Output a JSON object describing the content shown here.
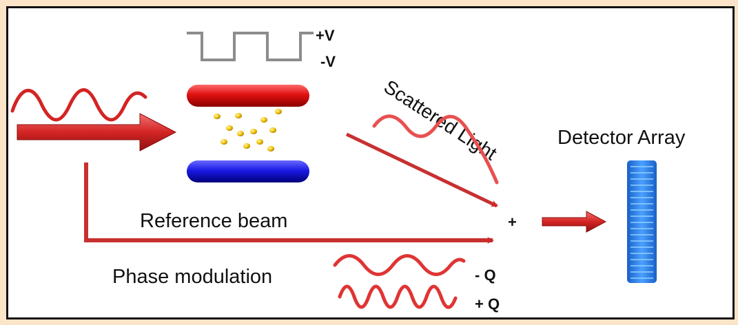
{
  "labels": {
    "voltage_plus": "+V",
    "voltage_minus": "-V",
    "scattered_light": "Scattered Light",
    "detector_array": "Detector Array",
    "reference_beam": "Reference beam",
    "plus_sign": "+",
    "phase_modulation": "Phase modulation",
    "minus_q": "- Q",
    "plus_q": "+ Q"
  },
  "colors": {
    "page_background": "#fce4c8",
    "beam_red": "#d42424",
    "top_electrode": "#e01010",
    "bottom_electrode": "#1a1ae6",
    "particle": "#f2c200",
    "detector": "#2a7fe8",
    "square_wave": "#8c8c8c"
  }
}
